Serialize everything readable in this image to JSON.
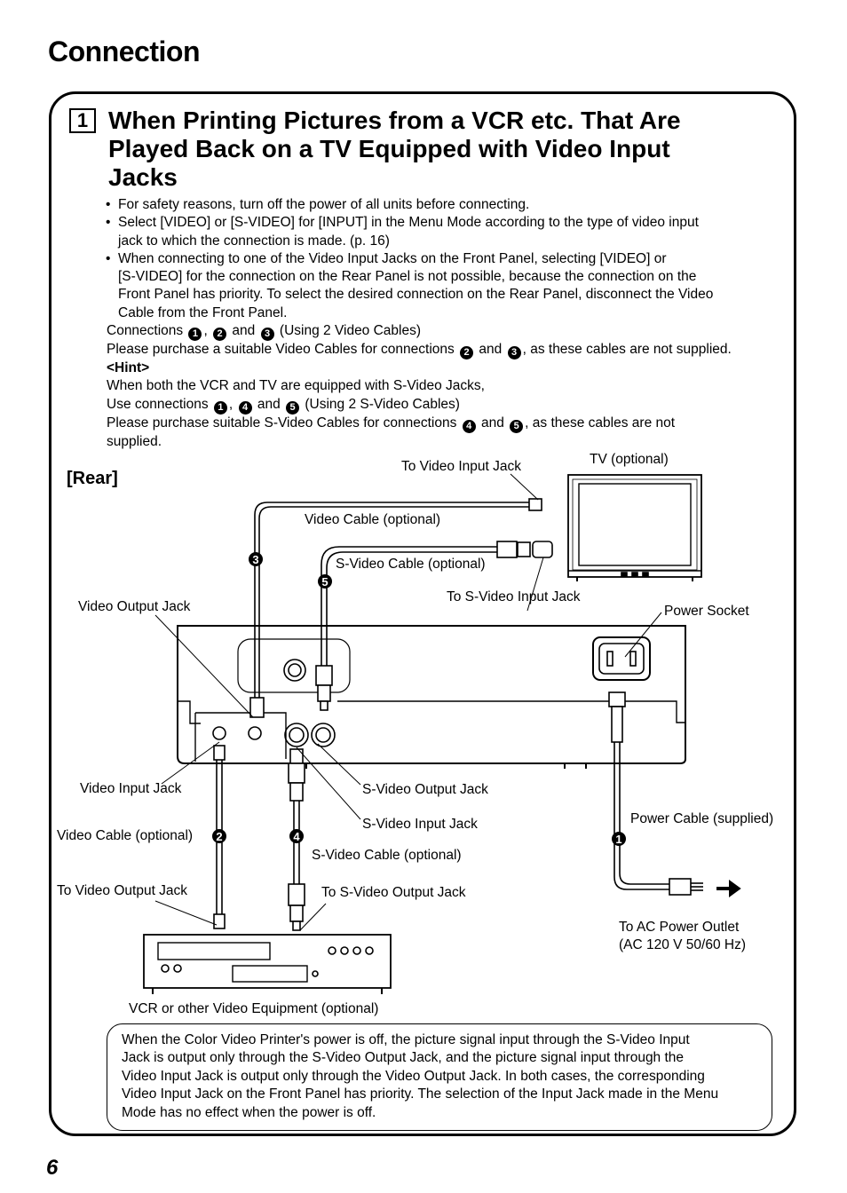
{
  "page": {
    "title": "Connection",
    "number": "6"
  },
  "section": {
    "number": "1",
    "heading_lines": [
      "When Printing Pictures from a VCR etc. That Are",
      "Played Back on a TV Equipped with Video Input",
      "Jacks"
    ]
  },
  "instructions": {
    "bullet1": "For safety reasons, turn off the power of all units before connecting.",
    "bullet2_line1": "Select [VIDEO] or [S-VIDEO] for [INPUT] in the Menu Mode according to the type of video input",
    "bullet2_line2": "jack to which the connection is made. (p. 16)",
    "bullet3_line1": "When connecting to one of the Video Input Jacks on the Front Panel, selecting [VIDEO] or",
    "bullet3_line2": "[S-VIDEO] for the connection on the Rear Panel is not possible, because the connection on the",
    "bullet3_line3": "Front Panel has priority. To select the desired connection on the Rear Panel, disconnect the Video",
    "bullet3_line4": "Cable from the Front Panel.",
    "conn_prefix": "Connections",
    "conn_sep": ",",
    "and": "and",
    "conn_suffix": "(Using 2 Video Cables)",
    "purchase1_prefix": "Please purchase a suitable Video Cables for connections",
    "purchase1_suffix": ", as these cables are not supplied.",
    "hint": "<Hint>",
    "hint_line1": "When both the VCR and TV are equipped with S-Video Jacks,",
    "use_prefix": "Use connections",
    "use_suffix": "(Using 2 S-Video Cables)",
    "purchase2_prefix": "Please purchase suitable S-Video Cables for connections",
    "purchase2_suffix": ", as these cables are not",
    "purchase2_line2": "supplied."
  },
  "diagram": {
    "rear_label": "[Rear]",
    "labels": {
      "to_video_input_jack": "To Video Input Jack",
      "tv_optional": "TV (optional)",
      "video_cable_optional_top": "Video Cable (optional)",
      "s_video_cable_optional_top": "S-Video Cable (optional)",
      "to_s_video_input_jack": "To S-Video Input Jack",
      "video_output_jack": "Video Output Jack",
      "power_socket": "Power Socket",
      "video_input_jack": "Video Input Jack",
      "s_video_output_jack": "S-Video Output Jack",
      "s_video_input_jack": "S-Video Input Jack",
      "power_cable_supplied": "Power Cable (supplied)",
      "video_cable_optional_left": "Video Cable (optional)",
      "s_video_cable_optional_bottom": "S-Video Cable (optional)",
      "to_video_output_jack": "To Video Output Jack",
      "to_s_video_output_jack": "To S-Video Output Jack",
      "to_ac_outlet": "To AC Power Outlet",
      "ac_spec": "(AC 120 V 50/60 Hz)",
      "vcr_label": "VCR or other Video Equipment (optional)"
    },
    "markers": {
      "m1": "1",
      "m2": "2",
      "m3": "3",
      "m4": "4",
      "m5": "5"
    }
  },
  "note": {
    "line1": "When the Color Video Printer's power is off, the picture signal input through the S-Video Input",
    "line2": "Jack is output only through the S-Video Output Jack, and the picture signal input through the",
    "line3": "Video Input Jack is output only through the Video Output Jack. In both cases, the corresponding",
    "line4": "Video Input Jack on the Front Panel has priority. The selection of the Input Jack made in the Menu",
    "line5": "Mode has no effect when the power is off."
  }
}
